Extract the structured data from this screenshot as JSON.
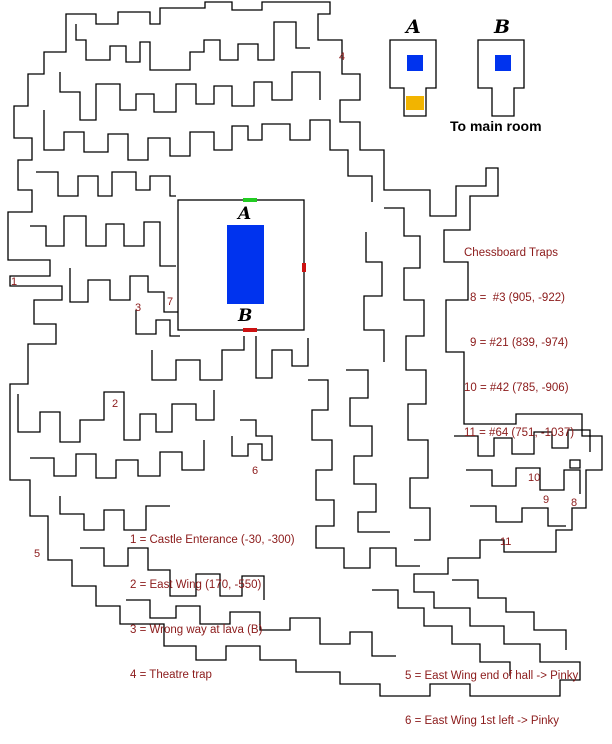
{
  "markers": {
    "m1": "1",
    "m2": "2",
    "m3": "3",
    "m4": "4",
    "m5": "5",
    "m6": "6",
    "m7": "7",
    "m8": "8",
    "m9": "9",
    "m10": "10",
    "m11": "11"
  },
  "room_letters": {
    "a": "A",
    "b": "B",
    "center_a": "A",
    "center_b": "B"
  },
  "main_room_label": "To main room",
  "chessboard": {
    "title": "Chessboard Traps",
    "lines": [
      "8 =  #3 (905, -922)",
      "9 = #21 (839, -974)",
      "10 = #42 (785, -906)",
      "11 = #64 (751, -1037)"
    ]
  },
  "legend_left": [
    "1 = Castle Enterance (-30, -300)",
    "2 = East Wing (170, -550)",
    "3 = Wrong way at lava (B)",
    "4 = Theatre trap"
  ],
  "legend_right": [
    "5 = East Wing end of hall -> Pinky",
    "6 = East Wing 1st left -> Pinky"
  ],
  "colors": {
    "wall": "#000000",
    "room_blue": "#0033ee",
    "door_green": "#22cc22",
    "door_red": "#cc1111",
    "marker_yellow": "#f2b400",
    "text": "#8b1a1a"
  }
}
